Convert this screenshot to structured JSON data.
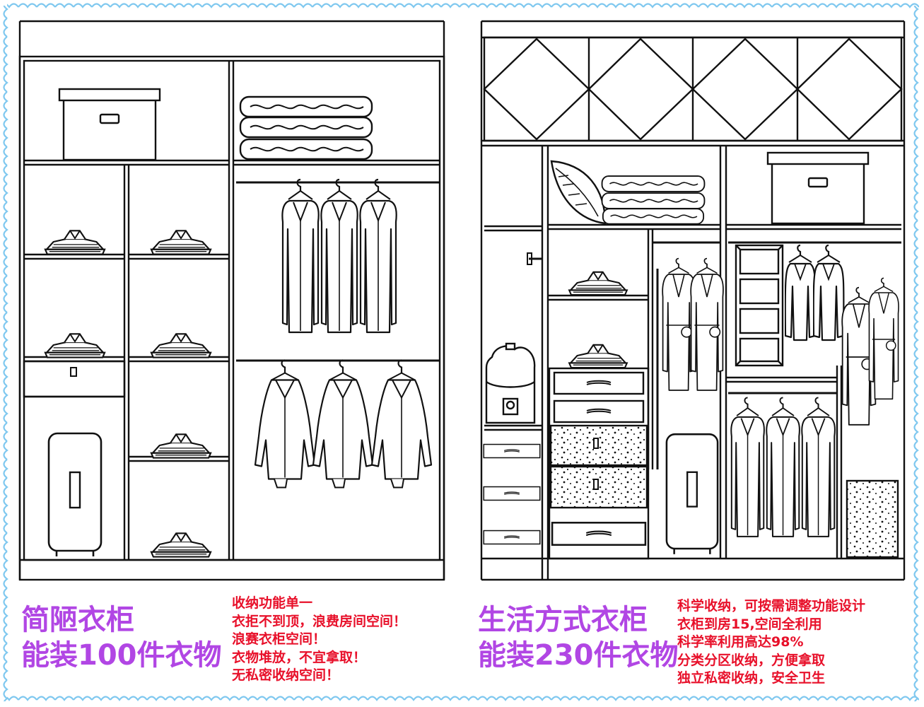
{
  "colors": {
    "title": "#b146e4",
    "notes": "#e8102a",
    "border": "#7fc8ef",
    "stroke": "#111111"
  },
  "left_panel": {
    "title_line1": "简陋衣柜",
    "title_line2": "能装100件衣物",
    "notes": [
      "收纳功能单一",
      "衣拒不到顶，浪费房间空间！",
      "浪赛衣柜空间！",
      "衣物堆放，不宜拿取！",
      "无私密收纳空间！"
    ]
  },
  "right_panel": {
    "title_line1": "生活方式衣柜",
    "title_line2": "能装230件衣物",
    "notes": [
      "科学收纳，可按需调整功能设计",
      "衣柜到房15,空间全利用",
      "科学率利用高达98%",
      "分类分区收纳，方便拿取",
      "独立私密收纳，安全卫生"
    ]
  }
}
